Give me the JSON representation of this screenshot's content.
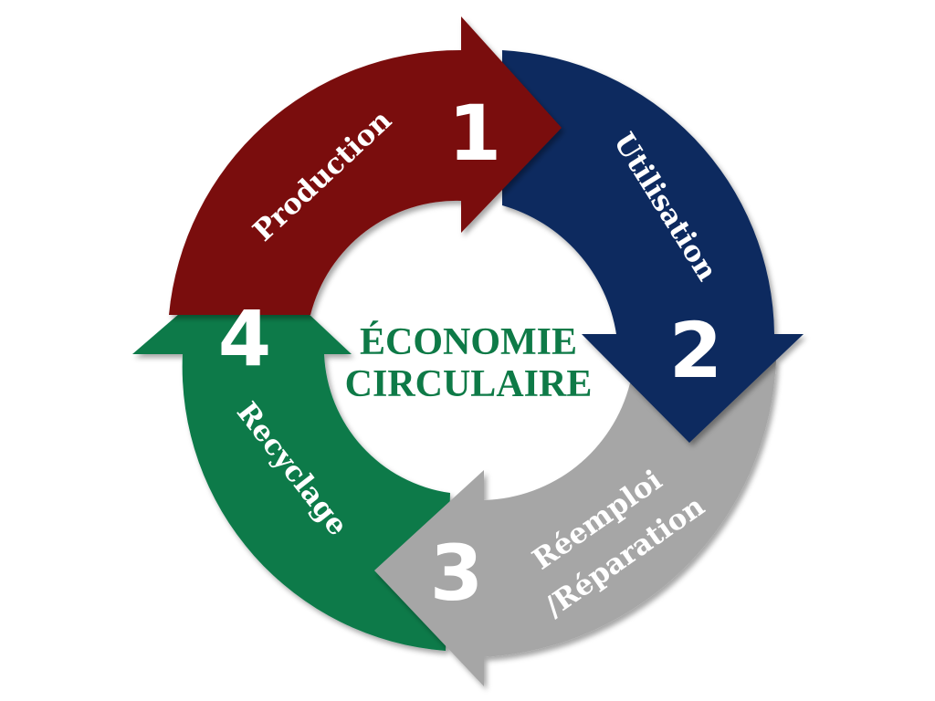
{
  "center": {
    "line1": "ÉCONOMIE",
    "line2": "CIRCULAIRE",
    "color": "#0e7a47"
  },
  "steps": [
    {
      "number": "1",
      "label": "Production",
      "color": "#7a0a0a"
    },
    {
      "number": "2",
      "label": "Utilisation",
      "color": "#0c2a5e"
    },
    {
      "number": "3",
      "label_line1": "Réemploi",
      "label_line2": "/Réparation",
      "color": "#a6a6a6"
    },
    {
      "number": "4",
      "label": "Recyclage",
      "color": "#087a4a"
    }
  ]
}
